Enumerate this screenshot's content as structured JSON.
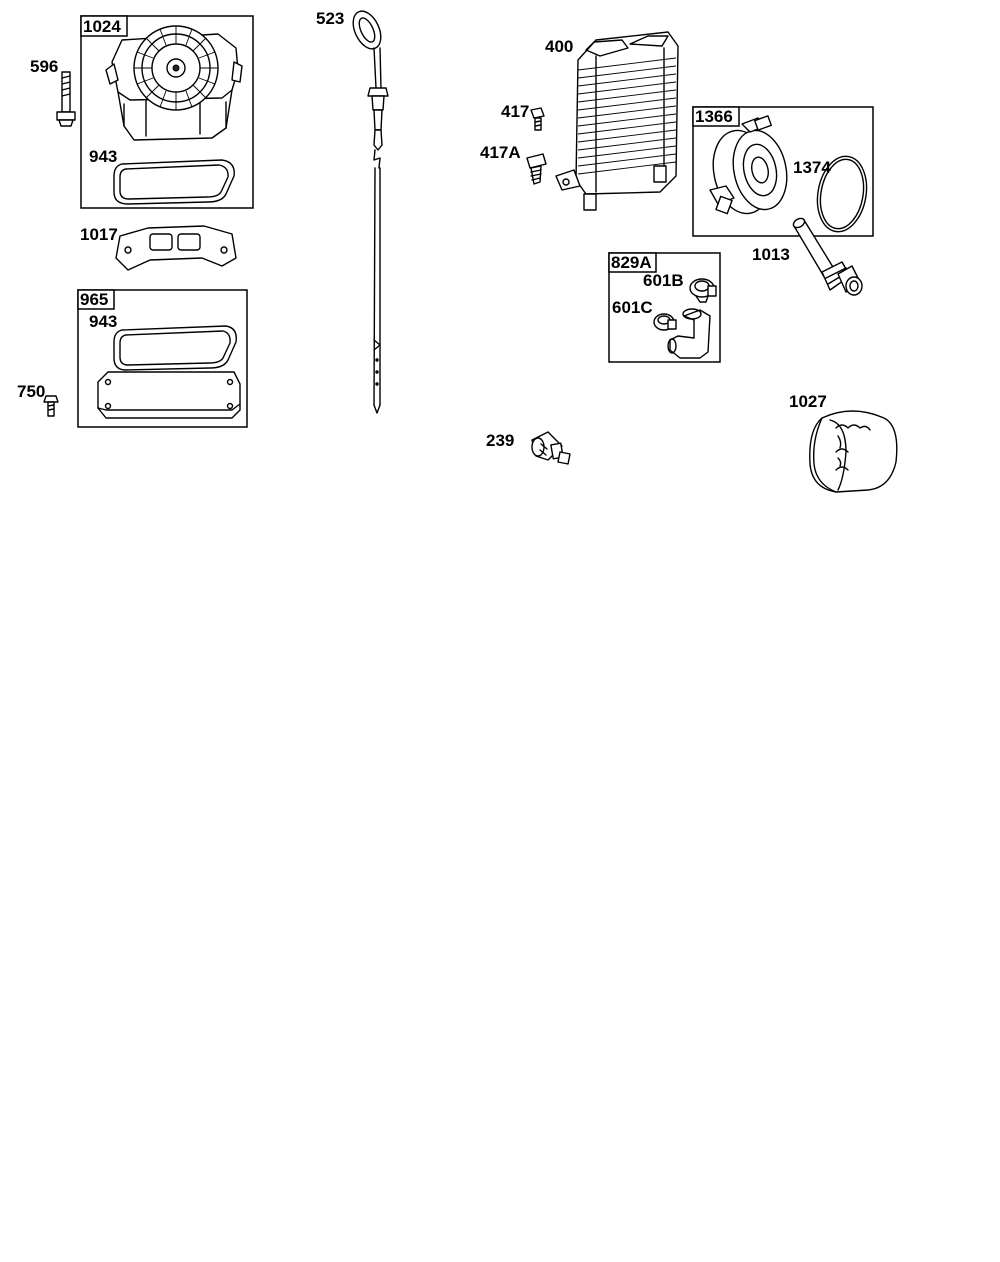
{
  "labels": {
    "l1024": "1024",
    "l596": "596",
    "l943a": "943",
    "l1017": "1017",
    "l965": "965",
    "l943b": "943",
    "l750": "750",
    "l523": "523",
    "l400": "400",
    "l417": "417",
    "l417a": "417A",
    "l1366": "1366",
    "l1374": "1374",
    "l829a": "829A",
    "l601b": "601B",
    "l601c": "601C",
    "l1013": "1013",
    "l239": "239",
    "l1027": "1027"
  }
}
